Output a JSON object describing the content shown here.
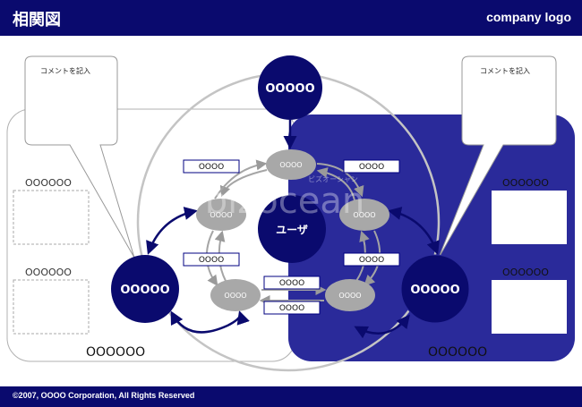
{
  "header": {
    "title": "相関図",
    "logo": "company logo"
  },
  "footer": {
    "copyright": "©2007, OOOO Corporation, All Rights Reserved"
  },
  "callouts": {
    "left": "コメントを記入",
    "right": "コメントを記入"
  },
  "groups": {
    "left": {
      "label": "OOOOOO",
      "boxes": [
        "OOOOOO",
        "OOOOOO"
      ]
    },
    "right": {
      "label": "OOOOOO",
      "boxes": [
        "OOOOOO",
        "OOOOOO"
      ]
    }
  },
  "nodes": {
    "top": "OOOOO",
    "left": "OOOOO",
    "right": "OOOOO",
    "center": "ユーザ",
    "small": [
      "OOOO",
      "OOOO",
      "OOOO",
      "OOOO",
      "OOOO"
    ]
  },
  "relation_labels": [
    "OOOO",
    "OOOO",
    "OOOO",
    "OOOO",
    "OOOO",
    "OOOO"
  ],
  "watermark": "bizocean",
  "watermark_sub": "ビズオーシャン",
  "colors": {
    "navy": "#0a0a6e",
    "royal": "#2a2a9a",
    "grey": "#a8a8a8",
    "border": "#000080"
  }
}
